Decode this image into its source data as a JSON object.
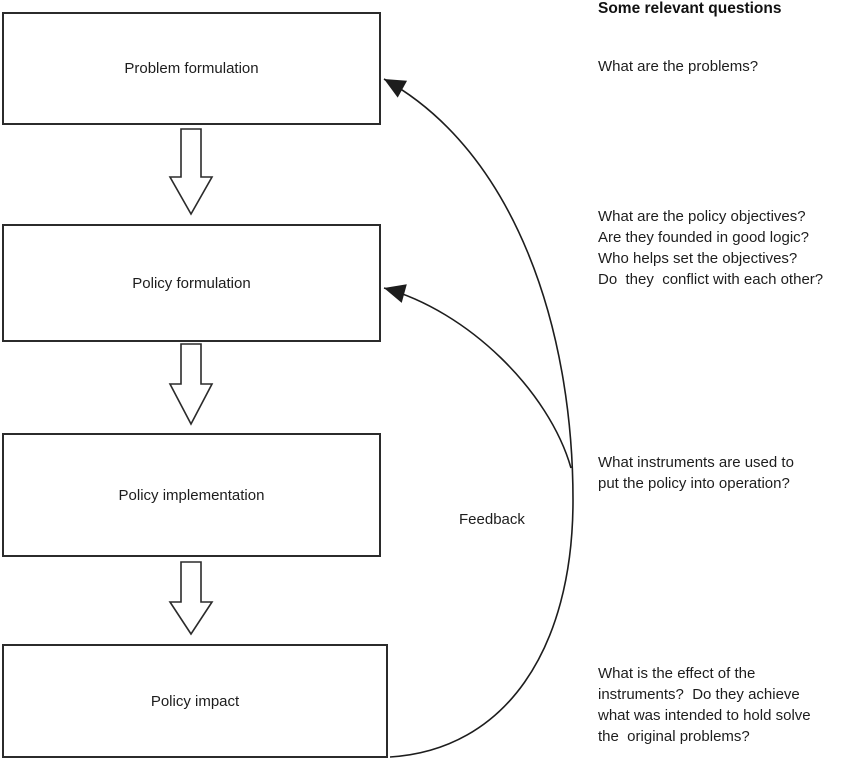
{
  "diagram": {
    "boxes": [
      {
        "id": "problem-formulation",
        "label": "Problem formulation"
      },
      {
        "id": "policy-formulation",
        "label": "Policy formulation"
      },
      {
        "id": "policy-implementation",
        "label": "Policy implementation"
      },
      {
        "id": "policy-impact",
        "label": "Policy impact"
      }
    ],
    "feedback_label": "Feedback",
    "flow_arrows": "three hollow down-arrows between boxes",
    "feedback_arrows": "two curved arrows from bottom of Policy impact into right edges of Problem formulation and Policy formulation"
  },
  "questions": {
    "header": "Some relevant questions",
    "items": [
      "What are the problems?",
      "What are the policy objectives?\nAre they founded in good logic?\nWho helps set the objectives?\nDo  they  conflict with each other?",
      "What instruments are used to\nput the policy into operation?",
      "What is the effect of the\ninstruments?  Do they achieve\nwhat was intended to hold solve\nthe  original problems?"
    ]
  },
  "colors": {
    "ink": "#1d1d1d",
    "box_border": "#2b2b2b",
    "background": "#ffffff"
  }
}
